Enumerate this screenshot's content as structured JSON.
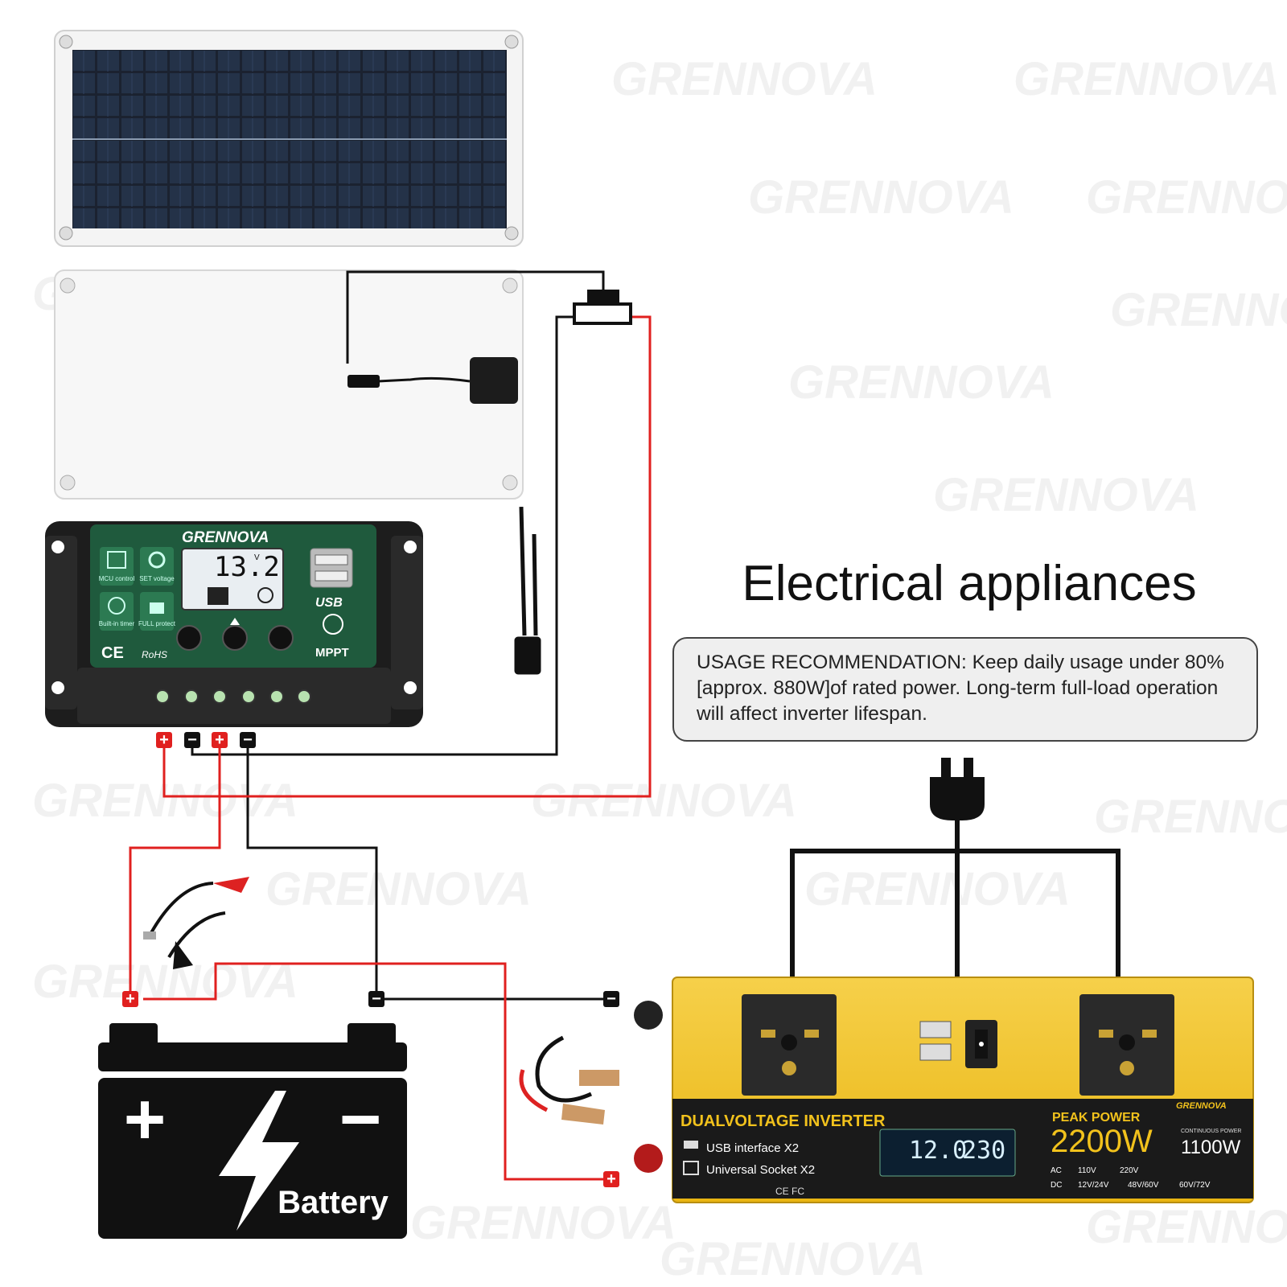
{
  "watermark": {
    "text": "GRENNOVA"
  },
  "title": "Electrical appliances",
  "usage_note": "USAGE RECOMMENDATION: Keep daily usage under 80% [approx. 880W]of rated power. Long-term full-load operation will affect inverter lifespan.",
  "controller": {
    "brand": "GRENNOVA",
    "display_voltage": "13.2",
    "display_unit": "V",
    "features": [
      "MCU control",
      "SET voltage",
      "Built-in timer",
      "FULL protect"
    ],
    "usb_label": "USB",
    "mppt_label": "MPPT",
    "certifications": [
      "CE",
      "RoHS"
    ],
    "terminals": [
      "+",
      "−",
      "+",
      "−"
    ]
  },
  "battery": {
    "label": "Battery",
    "plus": "+",
    "minus": "−"
  },
  "inverter": {
    "brand": "GRENNOVA",
    "name": "DUALVOLTAGE INVERTER",
    "feature_1": "USB interface X2",
    "feature_2": "Universal Socket X2",
    "display_voltage_in": "12.0",
    "display_voltage_out": "230",
    "peak_label": "PEAK POWER",
    "peak_value": "2200W",
    "continuous_label": "CONTINUOUS POWER",
    "continuous_value": "1100W",
    "ac_label": "AC",
    "ac_options": [
      "110V",
      "220V"
    ],
    "dc_label": "DC",
    "dc_options": [
      "12V/24V",
      "48V/60V",
      "60V/72V"
    ],
    "certifications": "CE FC"
  },
  "connection_markers": {
    "plus": "+",
    "minus": "−"
  },
  "colors": {
    "positive_wire": "#e0201f",
    "negative_wire": "#111111",
    "inverter_body": "#f2c21c",
    "controller_panel": "#1f5a3d"
  }
}
